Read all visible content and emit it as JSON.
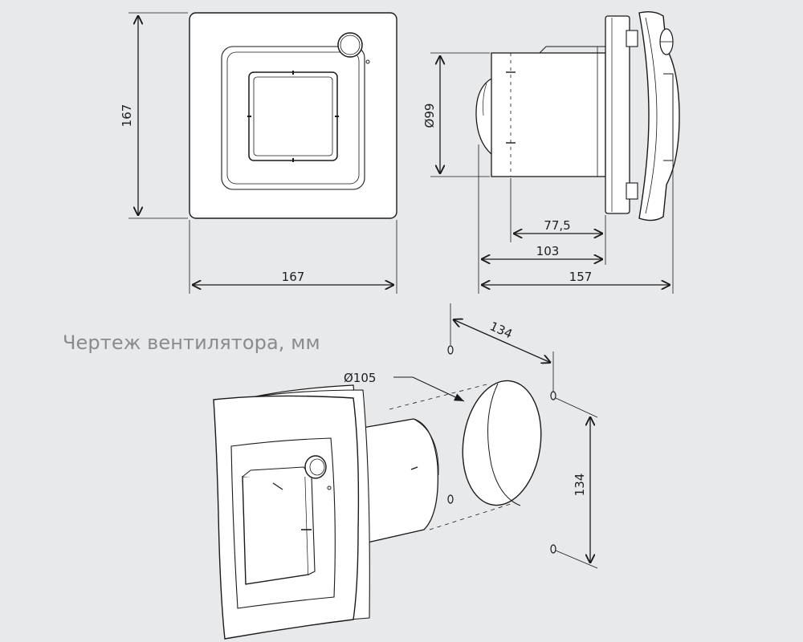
{
  "caption": "Чертеж вентилятора, мм",
  "front_view": {
    "height_label": "167",
    "width_label": "167"
  },
  "side_view": {
    "diameter_label": "Ø99",
    "depth_a_label": "77,5",
    "depth_b_label": "103",
    "depth_total_label": "157"
  },
  "iso_view": {
    "duct_diameter_label": "Ø105",
    "hole_spacing_top_label": "134",
    "hole_spacing_side_label": "134"
  },
  "colors": {
    "background": "#e8e9eb",
    "line": "#1a1a1a",
    "panel": "#ffffff",
    "caption": "#8a8b8d"
  }
}
